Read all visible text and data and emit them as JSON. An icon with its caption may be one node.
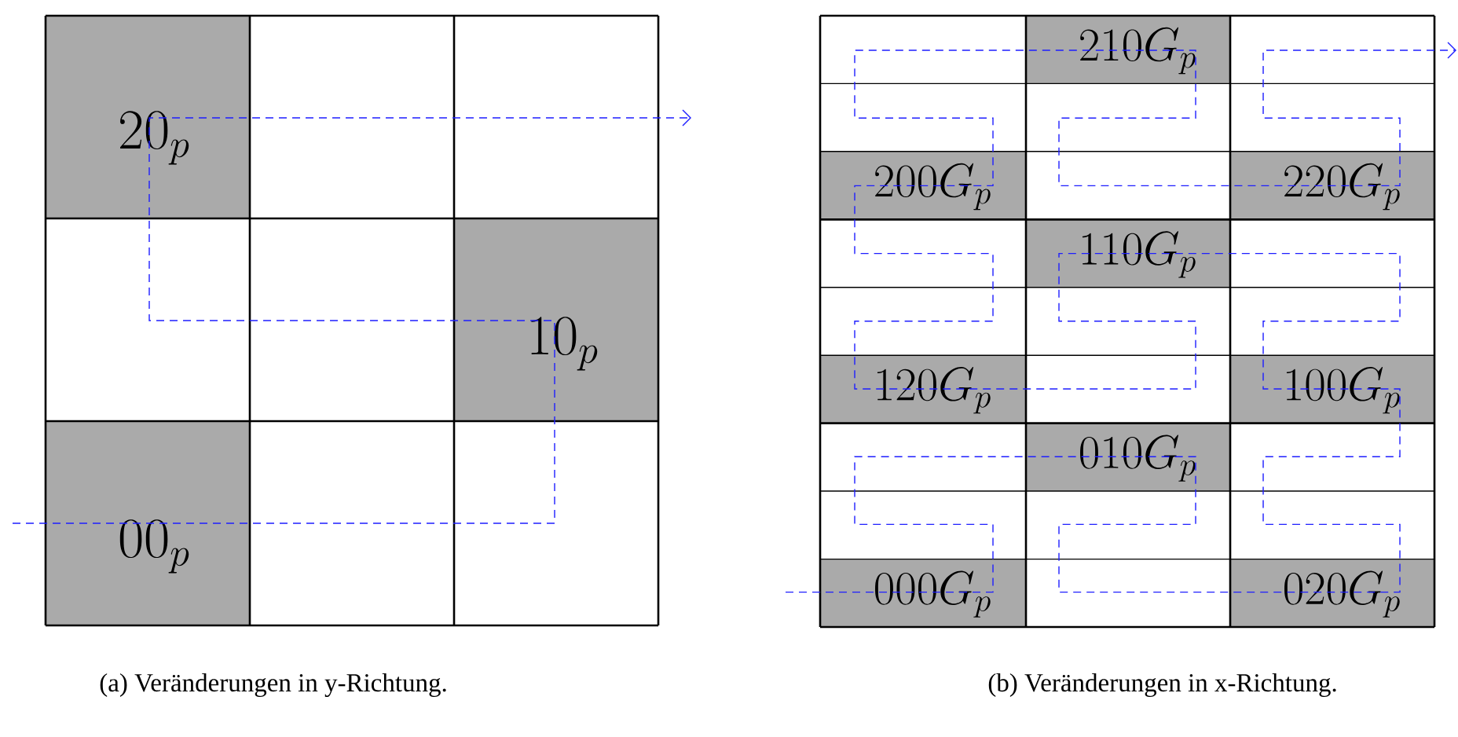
{
  "diagram": {
    "labels": [
      "20_p",
      "10_p",
      "00_p",
      "210G_p",
      "200G_p",
      "220G_p",
      "110G_p",
      "120G_p",
      "100G_p",
      "010G_p",
      "000G_p",
      "020G_p",
      "(a) Veränderungen in y-Richtung.",
      "(b) Veränderungen in x-Richtung."
    ]
  }
}
